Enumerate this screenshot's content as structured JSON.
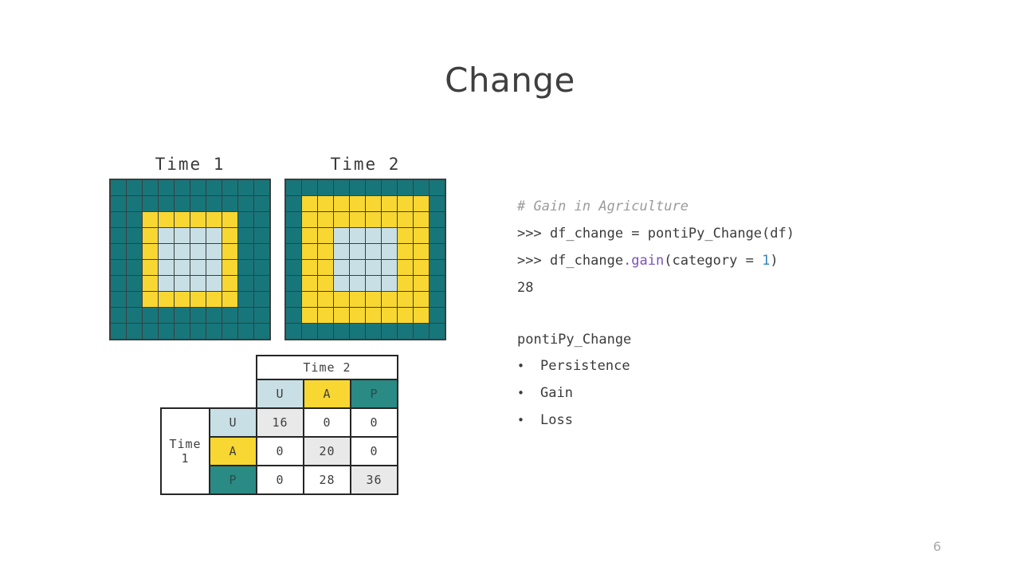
{
  "slide": {
    "title": "Change",
    "page_number": "6"
  },
  "grids": {
    "cell_colors": {
      "P": "#17767a",
      "A": "#f8d732",
      "U": "#c8e0e5"
    },
    "line_color": "#3d3d3d",
    "time1": {
      "label": "Time 1",
      "rows": [
        "PPPPPPPPPP",
        "PPPPPPPPPP",
        "PPAAAAAAPP",
        "PPAUUUUAPP",
        "PPAUUUUAPP",
        "PPAUUUUAPP",
        "PPAUUUUAPP",
        "PPAAAAAAPP",
        "PPPPPPPPPP",
        "PPPPPPPPPP"
      ]
    },
    "time2": {
      "label": "Time 2",
      "rows": [
        "PPPPPPPPPP",
        "PAAAAAAAAP",
        "PAAAAAAAAP",
        "PAAUUUUAAP",
        "PAAUUUUAAP",
        "PAAUUUUAAP",
        "PAAUUUUAAP",
        "PAAAAAAAAP",
        "PAAAAAAAAP",
        "PPPPPPPPPP"
      ]
    }
  },
  "matrix": {
    "col_axis_label": "Time 2",
    "row_axis_label": "Time 1",
    "categories": [
      {
        "key": "U",
        "color": "#c8e0e5"
      },
      {
        "key": "A",
        "color": "#f8d732"
      },
      {
        "key": "P",
        "color": "#2a8a84"
      }
    ],
    "values": [
      [
        "16",
        "0",
        "0"
      ],
      [
        "0",
        "20",
        "0"
      ],
      [
        "0",
        "28",
        "36"
      ]
    ],
    "diagonal_bg": "#e9e9e9"
  },
  "code": {
    "lines": [
      {
        "segments": [
          {
            "t": "# Gain in Agriculture",
            "c": "comment"
          }
        ]
      },
      {
        "segments": [
          {
            "t": ">>> df_change = pontiPy_Change(df)",
            "c": "default"
          }
        ]
      },
      {
        "segments": [
          {
            "t": ">>> df_change",
            "c": "default"
          },
          {
            "t": ".gain",
            "c": "purple"
          },
          {
            "t": "(category = ",
            "c": "default"
          },
          {
            "t": "1",
            "c": "blue"
          },
          {
            "t": ")",
            "c": "default"
          }
        ]
      },
      {
        "segments": [
          {
            "t": "28",
            "c": "default"
          }
        ]
      }
    ]
  },
  "notes": {
    "heading": "pontiPy_Change",
    "bullet_char": "•",
    "bullets": [
      "Persistence",
      "Gain",
      "Loss"
    ]
  }
}
